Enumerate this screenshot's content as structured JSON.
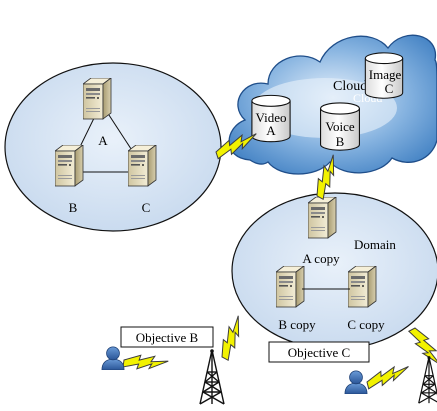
{
  "cloud": {
    "title": "Cloud",
    "title_shadow": "Cloud",
    "stores": [
      {
        "line1": "Video",
        "line2": "A"
      },
      {
        "line1": "Voice",
        "line2": "B"
      },
      {
        "line1": "Image",
        "line2": "C"
      }
    ]
  },
  "left_cluster": {
    "servers": [
      "A",
      "B",
      "C"
    ]
  },
  "domain": {
    "title": "Domain",
    "servers": [
      "A copy",
      "B copy",
      "C copy"
    ]
  },
  "objectives": [
    "Objective B",
    "Objective C"
  ],
  "colors": {
    "ellipse_fill": "#d9e6f4",
    "cloud_fill": "#5b9bd5",
    "cloud_light": "#dbe9f7",
    "bolt": "#f2f200",
    "server_body": "#e9e1c3",
    "user": "#3d6fb4"
  }
}
